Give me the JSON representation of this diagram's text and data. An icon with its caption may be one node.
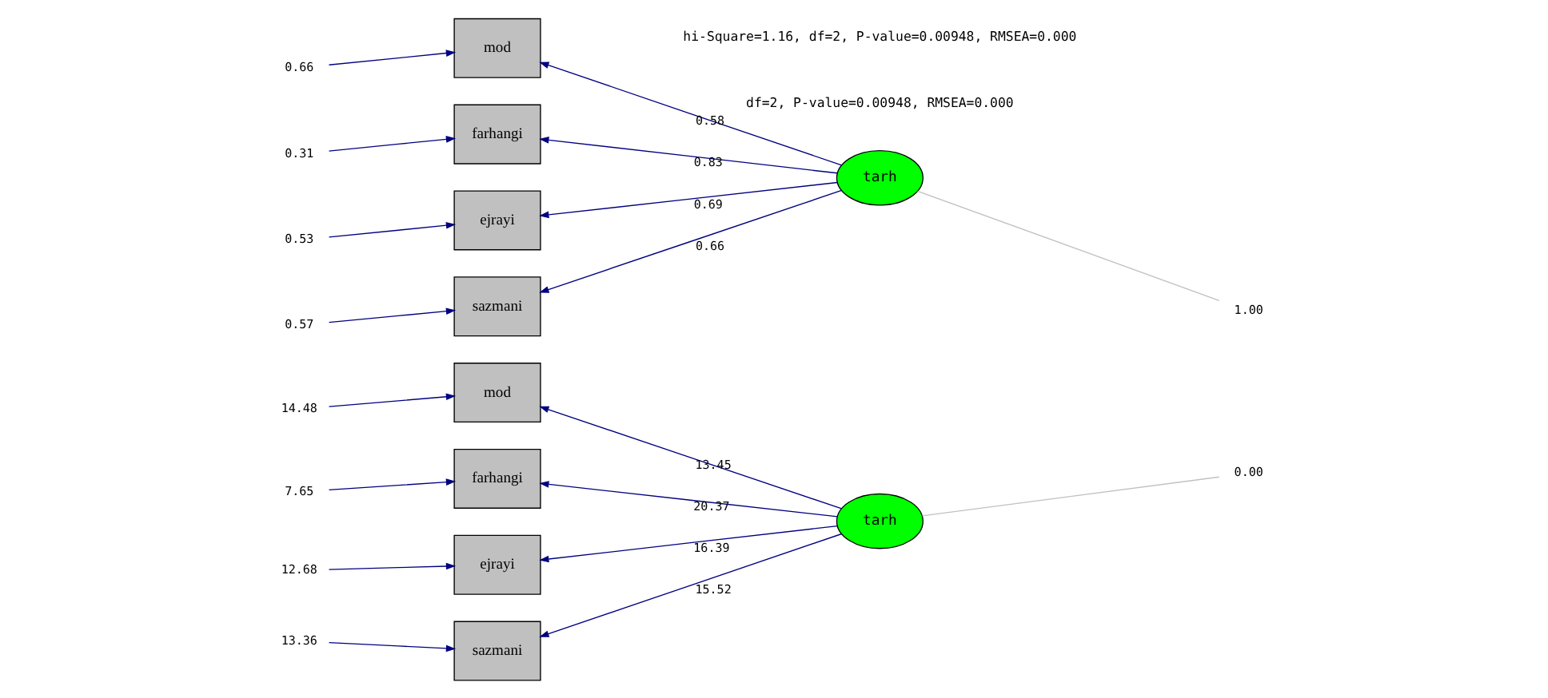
{
  "diagram": {
    "nodes": [
      {
        "text": [
          "14.48"
        ]
      },
      {
        "text": [
          "mod"
        ]
      },
      {
        "text": [
          "7.65"
        ]
      },
      {
        "text": [
          "farhangi"
        ]
      },
      {
        "text": [
          "12.68"
        ]
      },
      {
        "text": [
          "ejrayi"
        ]
      },
      {
        "text": [
          "13.36"
        ]
      },
      {
        "text": [
          "sazmani"
        ]
      },
      {
        "text": [
          "tarh"
        ]
      },
      {
        "text": [
          "0.00"
        ]
      },
      {
        "text": [
          "0.66"
        ]
      },
      {
        "text": [
          "mod"
        ]
      },
      {
        "text": [
          "0.31"
        ]
      },
      {
        "text": [
          "farhangi"
        ]
      },
      {
        "text": [
          "0.53"
        ]
      },
      {
        "text": [
          "ejrayi"
        ]
      },
      {
        "text": [
          "0.57"
        ]
      },
      {
        "text": [
          "sazmani"
        ]
      },
      {
        "text": [
          "tarh"
        ]
      },
      {
        "text": [
          "1.00"
        ]
      }
    ],
    "edges": [
      {
        "from": 0,
        "to": 1,
        "arrow": "to"
      },
      {
        "from": 2,
        "to": 3,
        "arrow": "to"
      },
      {
        "from": 4,
        "to": 5,
        "arrow": "to"
      },
      {
        "from": 6,
        "to": 7,
        "arrow": "to"
      },
      {
        "from": 8,
        "to": 1,
        "arrow": "to",
        "label": "13.45"
      },
      {
        "from": 8,
        "to": 3,
        "arrow": "to",
        "label": "20.37"
      },
      {
        "from": 8,
        "to": 5,
        "arrow": "to",
        "label": "16.39"
      },
      {
        "from": 8,
        "to": 7,
        "arrow": "to",
        "label": "15.52"
      },
      {
        "from": 8,
        "to": 9,
        "arrow": "none",
        "color": "#c0c0c0"
      },
      {
        "from": 10,
        "to": 11,
        "arrow": "to"
      },
      {
        "from": 12,
        "to": 13,
        "arrow": "to"
      },
      {
        "from": 14,
        "to": 15,
        "arrow": "to"
      },
      {
        "from": 16,
        "to": 17,
        "arrow": "to"
      },
      {
        "from": 18,
        "to": 11,
        "arrow": "to",
        "label": "0.58"
      },
      {
        "from": 18,
        "to": 13,
        "arrow": "to",
        "label": "0.83"
      },
      {
        "from": 18,
        "to": 15,
        "arrow": "to",
        "label": "0.69"
      },
      {
        "from": 18,
        "to": 17,
        "arrow": "to",
        "label": "0.66"
      },
      {
        "from": 18,
        "to": 19,
        "arrow": "none",
        "color": "#c0c0c0"
      }
    ],
    "labels": [
      "df=2, P-value=0.00948, RMSEA=0.000",
      "hi-Square=1.16, df=2, P-value=0.00948, RMSEA=0.000"
    ]
  }
}
